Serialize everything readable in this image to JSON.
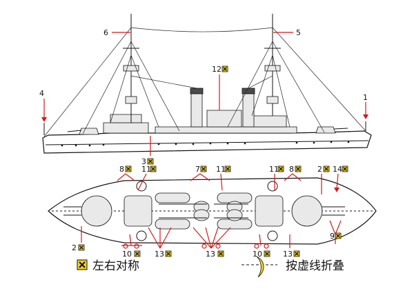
{
  "callouts": {
    "c1": "1",
    "c2_top": "2",
    "c2_bottom": "2",
    "c3": "3",
    "c4": "4",
    "c5": "5",
    "c6": "6",
    "c7": "7",
    "c8_left": "8",
    "c8_right": "8",
    "c9": "9",
    "c10_left": "10",
    "c10_right": "10",
    "c11_a": "11",
    "c11_b": "11",
    "c11_c": "11",
    "c12": "12",
    "c13_a": "13",
    "c13_b": "13",
    "c13_c": "13",
    "c14": "14"
  },
  "legend": {
    "symmetric_label": "左右对称",
    "fold_label": "按虚线折叠"
  },
  "colors": {
    "accent": "#d21919",
    "ink": "#111111",
    "badge_yellow": "#f2d21b"
  }
}
